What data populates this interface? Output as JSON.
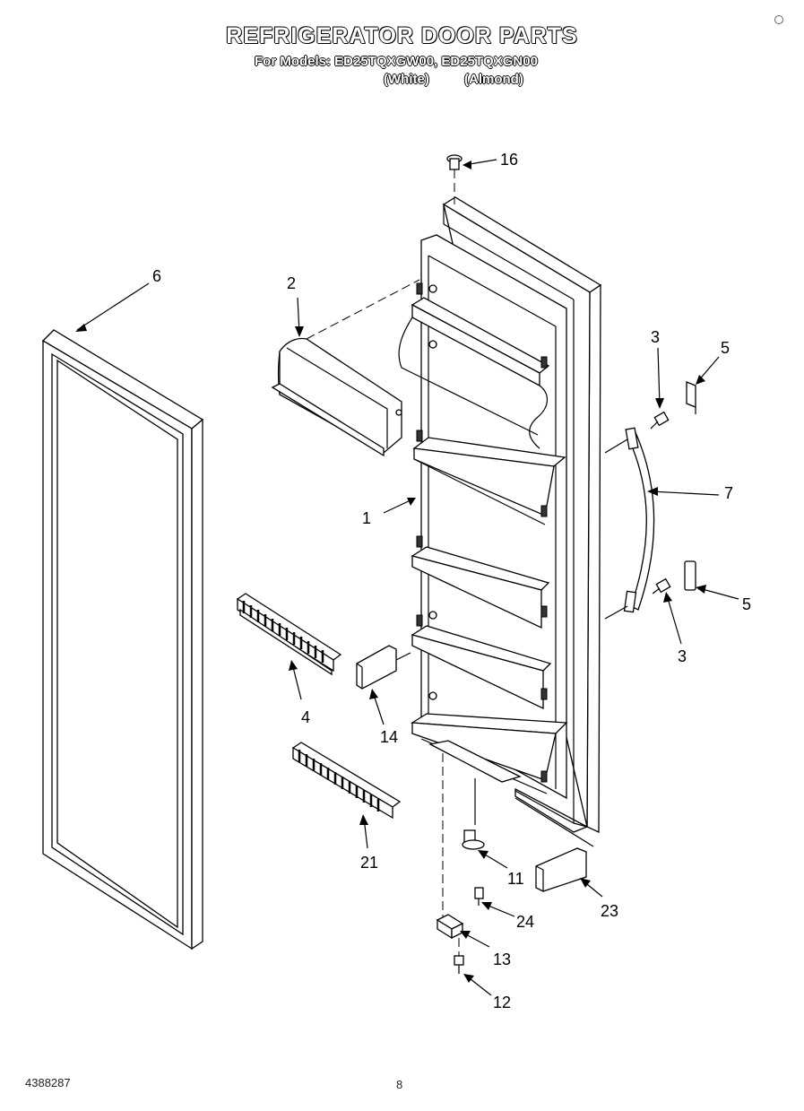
{
  "header": {
    "title": "REFRIGERATOR DOOR PARTS",
    "models_line": "For Models: ED25TQXGW00, ED25TQXGN00",
    "color_white": "(White)",
    "color_almond": "(Almond)"
  },
  "footer": {
    "doc_number": "4388287",
    "page_number": "8"
  },
  "callouts": {
    "c1": "1",
    "c2": "2",
    "c3a": "3",
    "c3b": "3",
    "c4": "4",
    "c5a": "5",
    "c5b": "5",
    "c6": "6",
    "c7": "7",
    "c11": "11",
    "c12": "12",
    "c13": "13",
    "c14": "14",
    "c16": "16",
    "c21": "21",
    "c23": "23",
    "c24": "24"
  }
}
